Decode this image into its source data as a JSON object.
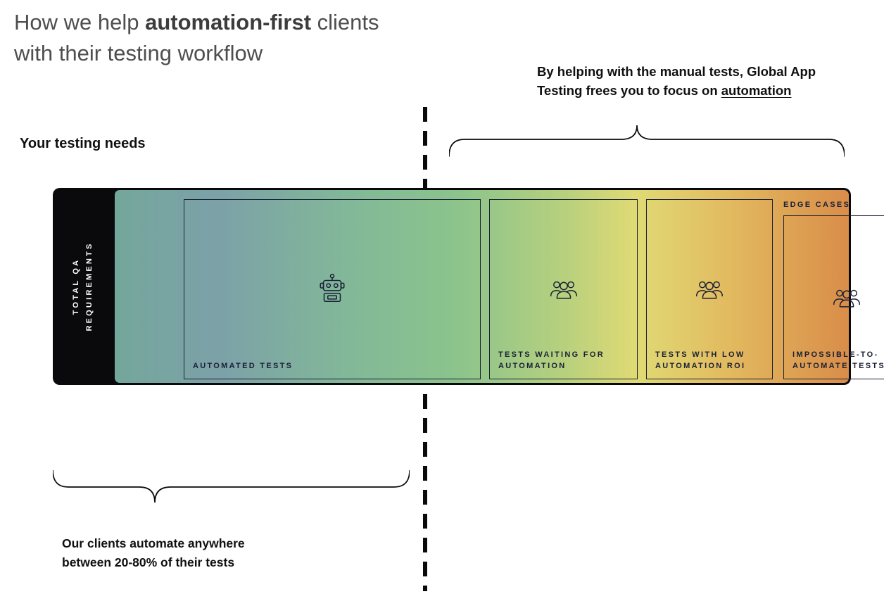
{
  "title": {
    "part1": "How we help ",
    "part2": "automation-first",
    "part3": " clients",
    "line2": "with their testing workflow"
  },
  "notes": {
    "right_line1": "By helping with the manual tests, Global App",
    "right_line2_prefix": "Testing frees you to focus on ",
    "right_underlined": "automation",
    "left_line1": "Our clients automate anywhere",
    "left_line2": "between 20-80% of their tests"
  },
  "labels": {
    "testing_needs": "Your testing needs",
    "side_line1": "TOTAL QA",
    "side_line2": "REQUIREMENTS",
    "edge_cases": "EDGE CASES"
  },
  "segments": [
    {
      "label": "AUTOMATED TESTS",
      "icon": "robot-icon"
    },
    {
      "line1": "TESTS WAITING FOR",
      "line2": "AUTOMATION",
      "icon": "people-icon"
    },
    {
      "line1": "TESTS WITH LOW",
      "line2": "AUTOMATION ROI",
      "icon": "people-icon"
    },
    {
      "line1": "IMPOSSIBLE-TO-",
      "line2": "AUTOMATE TESTS",
      "icon": "people-icon"
    }
  ],
  "colors": {
    "gradient_start": "#74a79b",
    "gradient_green": "#8cc48c",
    "gradient_yellow": "#e0da74",
    "gradient_end": "#d98d49",
    "bar_background": "#0a0a0d",
    "box_border": "#1b2036",
    "side_label_text": "#ffffff"
  }
}
